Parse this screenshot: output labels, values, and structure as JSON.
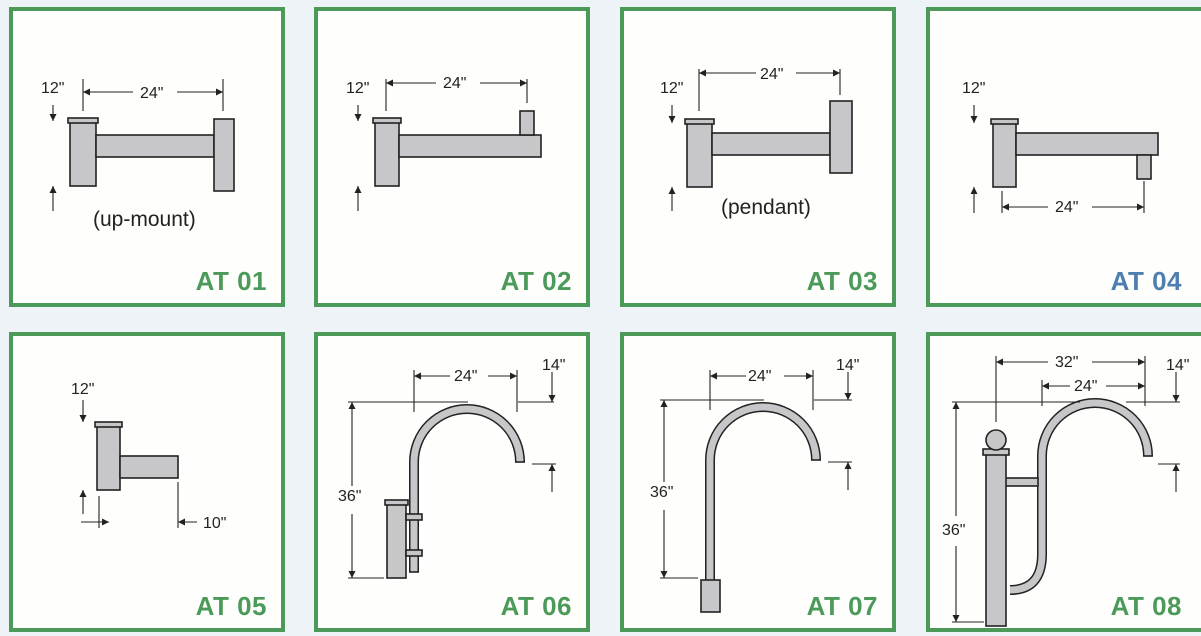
{
  "cards": [
    {
      "code": "AT 01",
      "caption": "(up-mount)",
      "dims": {
        "height": "12\"",
        "width": "24\""
      }
    },
    {
      "code": "AT 02",
      "dims": {
        "height": "12\"",
        "width": "24\""
      }
    },
    {
      "code": "AT 03",
      "caption": "(pendant)",
      "dims": {
        "height": "12\"",
        "width": "24\""
      }
    },
    {
      "code": "AT 04",
      "dims": {
        "height": "12\"",
        "width": "24\""
      }
    },
    {
      "code": "AT 05",
      "dims": {
        "height": "12\"",
        "width": "10\""
      }
    },
    {
      "code": "AT 06",
      "dims": {
        "width": "24\"",
        "drop": "14\"",
        "height": "36\""
      }
    },
    {
      "code": "AT 07",
      "dims": {
        "width": "24\"",
        "drop": "14\"",
        "height": "36\""
      }
    },
    {
      "code": "AT 08",
      "dims": {
        "outer_width": "32\"",
        "width": "24\"",
        "drop": "14\"",
        "height": "36\""
      }
    }
  ],
  "colors": {
    "border": "#4c9a5a",
    "code_green": "#4c9a5a",
    "code_blue": "#4f7fb1",
    "metal": "#c7c7c9"
  }
}
